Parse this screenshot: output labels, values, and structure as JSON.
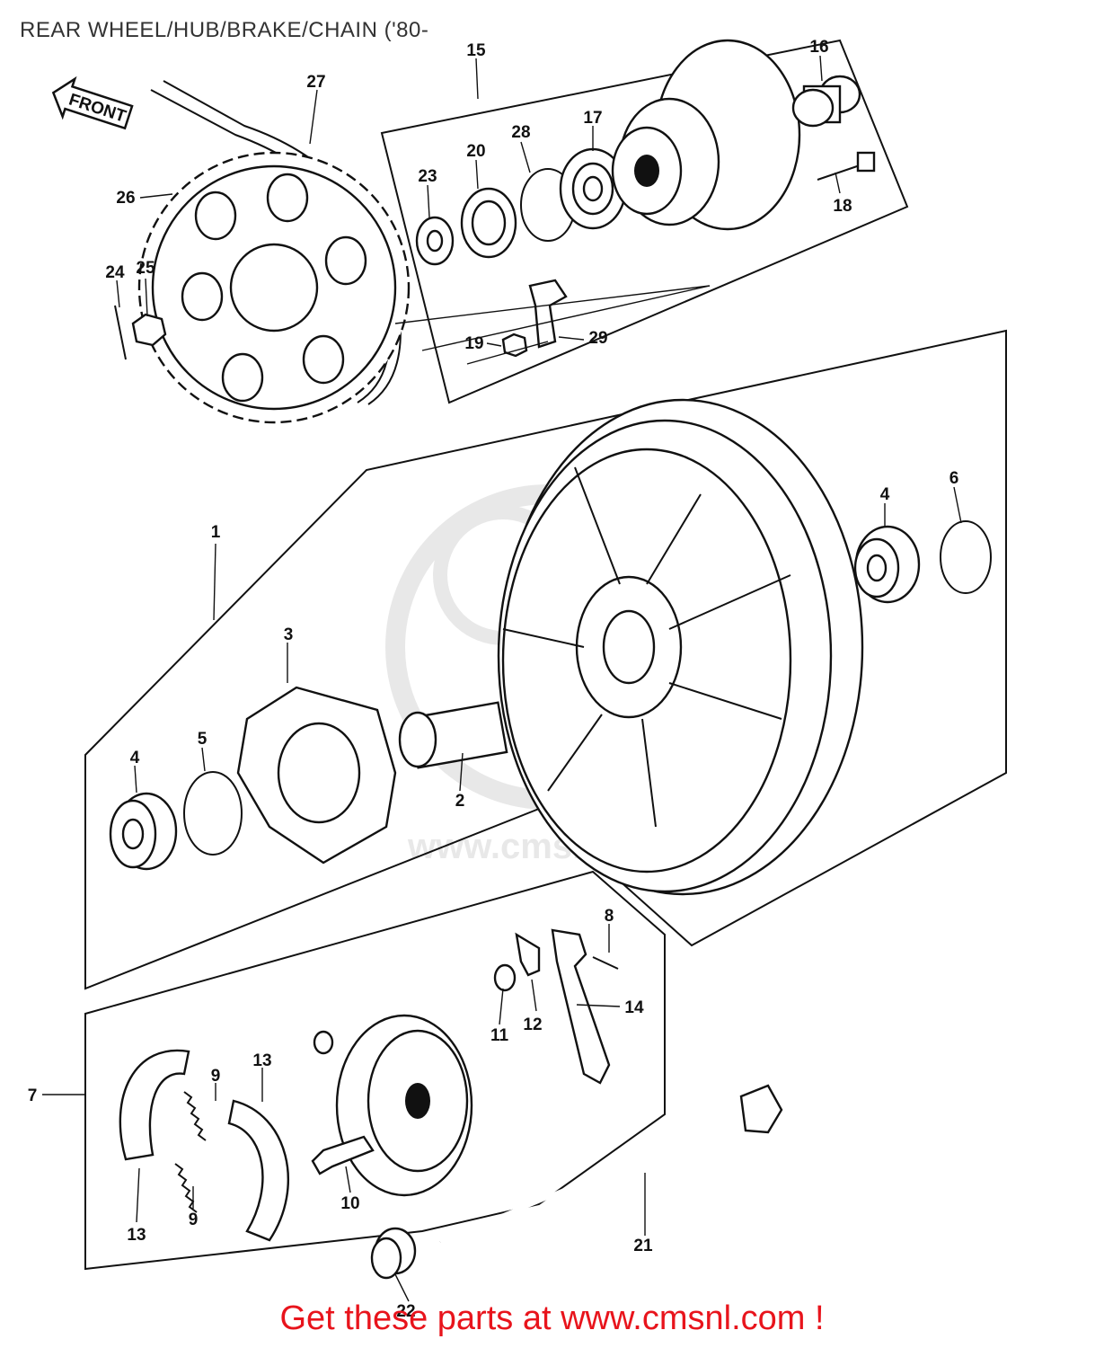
{
  "header": {
    "title": "REAR WHEEL/HUB/BRAKE/CHAIN ('80-"
  },
  "footer": {
    "cta": "Get these parts at www.cmsnl.com !"
  },
  "watermark": {
    "text": "www.cmsnl.com"
  },
  "front_marker": {
    "text": "FRONT"
  },
  "parts": [
    {
      "ref": "1"
    },
    {
      "ref": "2"
    },
    {
      "ref": "3"
    },
    {
      "ref": "4"
    },
    {
      "ref": "4"
    },
    {
      "ref": "5"
    },
    {
      "ref": "6"
    },
    {
      "ref": "7"
    },
    {
      "ref": "8"
    },
    {
      "ref": "9"
    },
    {
      "ref": "9"
    },
    {
      "ref": "10"
    },
    {
      "ref": "11"
    },
    {
      "ref": "12"
    },
    {
      "ref": "13"
    },
    {
      "ref": "13"
    },
    {
      "ref": "14"
    },
    {
      "ref": "15"
    },
    {
      "ref": "16"
    },
    {
      "ref": "17"
    },
    {
      "ref": "18"
    },
    {
      "ref": "19"
    },
    {
      "ref": "20"
    },
    {
      "ref": "21"
    },
    {
      "ref": "22"
    },
    {
      "ref": "23"
    },
    {
      "ref": "24"
    },
    {
      "ref": "25"
    },
    {
      "ref": "26"
    },
    {
      "ref": "27"
    },
    {
      "ref": "28"
    },
    {
      "ref": "29"
    }
  ],
  "colors": {
    "cta": "#e8141c",
    "ink": "#111111",
    "title": "#333333",
    "watermark": "#e6e6e6"
  }
}
